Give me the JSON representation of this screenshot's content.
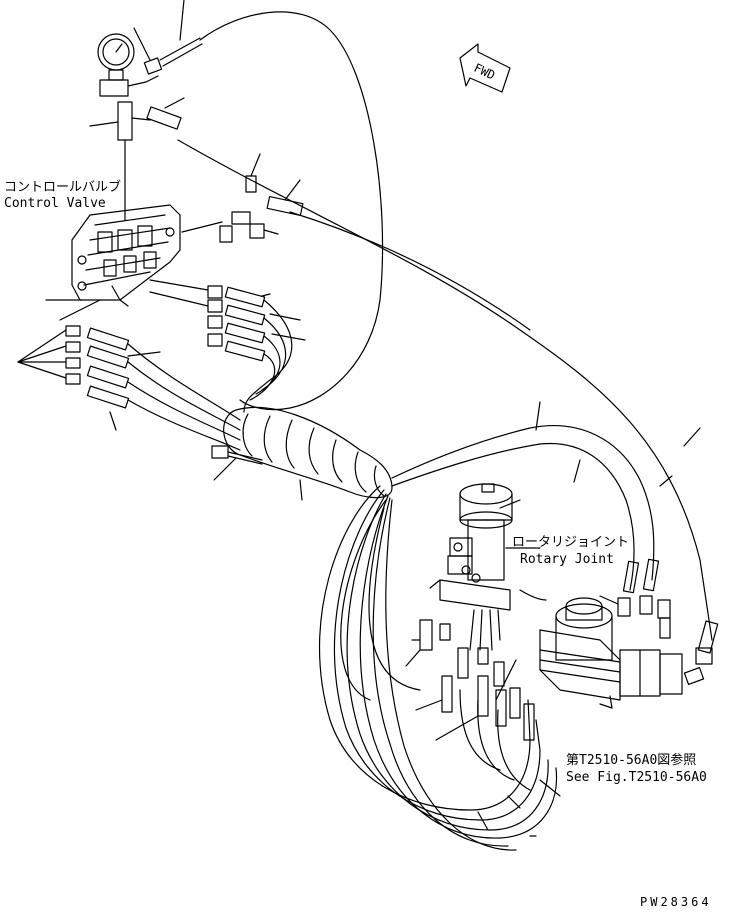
{
  "labels": {
    "control_valve_jp": "コントロールバルブ",
    "control_valve_en": "Control Valve",
    "rotary_joint_jp": "ロータリジョイント",
    "rotary_joint_en": "Rotary Joint",
    "see_fig_jp": "第T2510-56A0図参照",
    "see_fig_en": "See Fig.T2510-56A0",
    "fwd": "FWD",
    "drawing_no": "PW28364"
  }
}
